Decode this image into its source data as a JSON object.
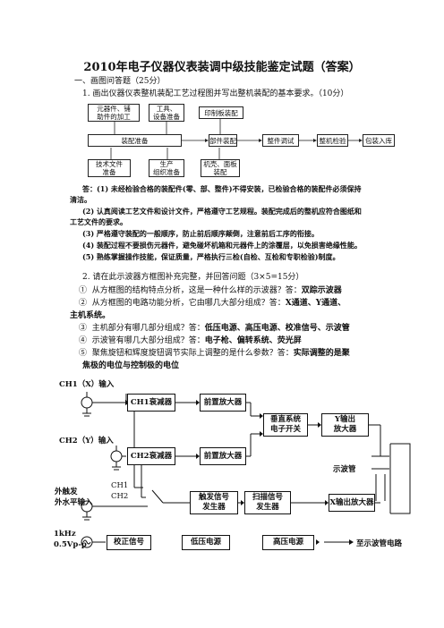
{
  "doc": {
    "title": "2010年电子仪器仪表装调中级技能鉴定试题（答案）",
    "section1": "一、画图问答题（25分）",
    "q1": "1.   画出仪器仪表整机装配工艺过程图并写出整机装配的基本要求。（10分）",
    "flow": {
      "top1": "元器件、铺\n助件的加工",
      "top2": "工具、\n设备准备",
      "top3": "印制板装配",
      "mid1": "装配准备",
      "mid2": "部件装配",
      "mid3": "整件调试",
      "mid4": "整机检验",
      "mid5": "包装入库",
      "bot1": "技术文件\n准备",
      "bot2": "生产\n组织准备",
      "bot3": "机壳、面板\n装配"
    },
    "a1": [
      "答：(1) 未经检验合格的装配件(零、部、整件)不得安装，已检验合格的装配件必须保持",
      "清洁。",
      "(2) 认真阅读工艺文件和设计文件，严格遵守工艺规程。装配完成后的整机应符合图纸和",
      "工艺文件的要求。",
      "(3) 严格遵守装配的一般顺序，防止前后顺序颠倒，注意前后工序的衔接。",
      "(4) 装配过程不要损伤元器件，避免碰坏机箱和元器件上的涂覆层，以免损害绝缘性能。",
      "(5) 熟练掌握操作技能，保证质量，严格执行三检(自检、互检和专职检验)制度。"
    ],
    "q2": "2.   请在此示波器方框图补充完整，并回答问题（3×5=15分）",
    "q2items": [
      {
        "n": "①",
        "q": "从方框图的结构特点分析，这是一种什么样的示波器？答：",
        "a": "双踪示波器"
      },
      {
        "n": "②",
        "q": "从方框图的电路功能分析，它由哪几大部分组成？答：",
        "a": "X通道、Y通道、"
      },
      {
        "n": "",
        "q": "",
        "a": "主机系统。"
      },
      {
        "n": "③",
        "q": "主机部分有哪几部分组成？答：",
        "a": "低压电源、高压电源、校准信号、示波管"
      },
      {
        "n": "④",
        "q": "示波管有哪几大部分组成？答：",
        "a": "电子枪、偏转系统、荧光屏"
      },
      {
        "n": "⑤",
        "q": "聚焦旋钮和辉度旋钮调节实际上调整的是什么参数？答：",
        "a": "实际调整的是聚"
      },
      {
        "n": "",
        "q": "",
        "a": "焦极的电位与控制极的电位"
      }
    ],
    "diagram": {
      "ch1_in": "CH1（X）输入",
      "ch2_in": "CH2（Y）输入",
      "ch1_att": "CH1衰减器",
      "ch2_att": "CH2衰减器",
      "pre1": "前置放大器",
      "pre2": "前置放大器",
      "vswitch": "垂直系统\n电子开关",
      "vout": "Y输出\n放大器",
      "crt": "示波管",
      "ext": "外触发\n外水平输入",
      "ch1": "CH1",
      "ch2": "CH2",
      "trig": "触发信号\n发生器",
      "sweep": "扫描信号\n发生器",
      "xout": "X输出放大器",
      "freq": "1kHz\n0.5Vp-p",
      "cal": "校正信号",
      "lv": "低压电源",
      "hv": "高压电源",
      "tocrt": "至示波管电路"
    }
  }
}
